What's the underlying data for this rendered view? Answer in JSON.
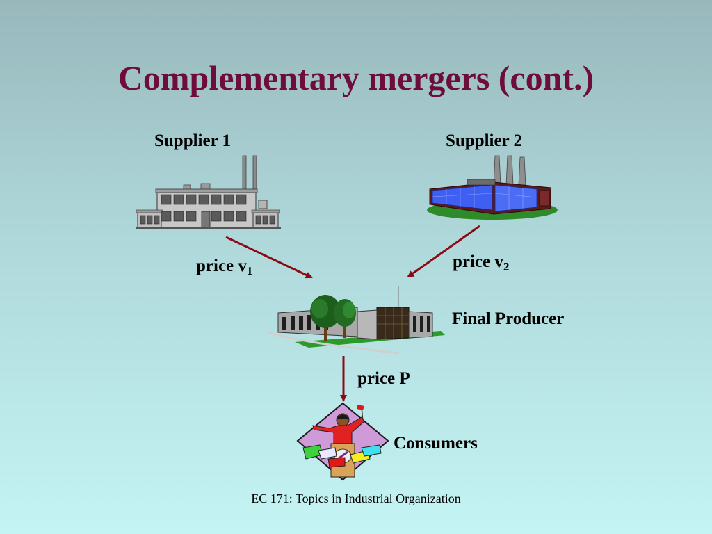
{
  "slide": {
    "title": "Complementary mergers (cont.)",
    "footer": "EC 171: Topics in Industrial Organization"
  },
  "nodes": {
    "supplier1": "Supplier 1",
    "supplier2": "Supplier 2",
    "final_producer": "Final Producer",
    "consumers": "Consumers"
  },
  "prices": {
    "v1": {
      "text": "price v",
      "subscript": "1"
    },
    "v2": {
      "text": "price v",
      "subscript": "2"
    },
    "p": "price P"
  },
  "colors": {
    "title": "#6e0c3c",
    "arrow": "#8c0a14"
  },
  "icons": {
    "supplier1": "factory-icon",
    "supplier2": "factory-icon",
    "final_producer": "office-building-icon",
    "consumers": "shopper-icon"
  }
}
